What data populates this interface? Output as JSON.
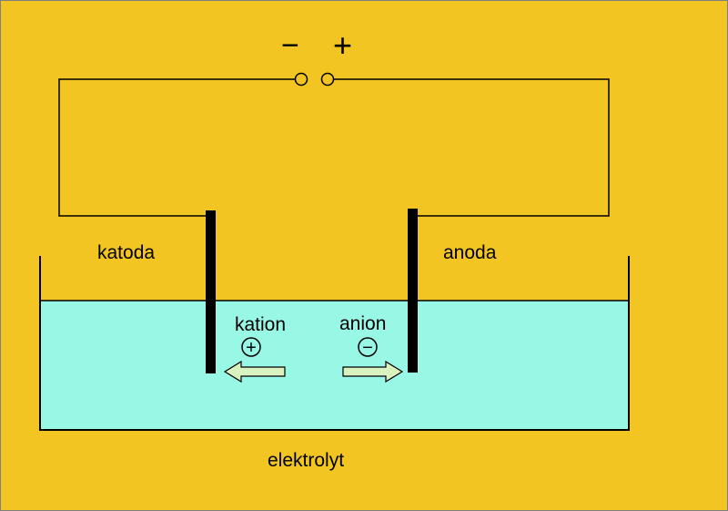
{
  "colors": {
    "background": "#F2C522",
    "border": "#7f7f7f",
    "electrolyte": "#99F7E6",
    "arrow_fill": "#D9F2BF",
    "wire": "#000000"
  },
  "labels": {
    "terminal_minus": "−",
    "terminal_plus": "+",
    "cathode": "katoda",
    "anode": "anoda",
    "cation": "kation",
    "anion": "anion",
    "electrolyte": "elektrolyt"
  },
  "symbols": {
    "cation_charge": "+",
    "anion_charge": "−"
  }
}
